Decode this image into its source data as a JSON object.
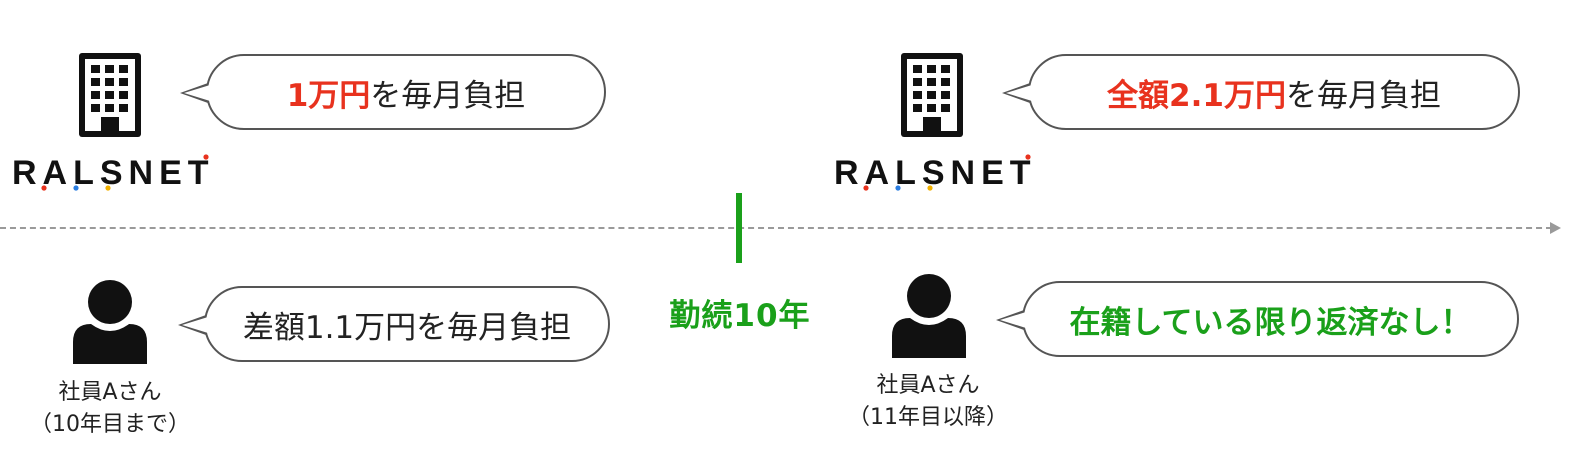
{
  "colors": {
    "highlight_red": "#e8321e",
    "highlight_green": "#1aa01a",
    "timeline": "#9a9a9a",
    "outline": "#555555",
    "icon": "#111111"
  },
  "logo_text": "RALSNET",
  "milestone": {
    "label": "勤続10年"
  },
  "before": {
    "company_bubble": {
      "highlight": "1万円",
      "rest": "を毎月負担"
    },
    "employee_bubble": {
      "text": "差額1.1万円を毎月負担"
    },
    "employee_caption": {
      "line1": "社員Aさん",
      "line2": "（10年目まで）"
    }
  },
  "after": {
    "company_bubble": {
      "highlight": "全額2.1万円",
      "rest": "を毎月負担"
    },
    "employee_bubble": {
      "highlight": "在籍している限り返済なし！"
    },
    "employee_caption": {
      "line1": "社員Aさん",
      "line2": "（11年目以降）"
    }
  },
  "icons": [
    "building-icon",
    "person-icon",
    "logo-dots"
  ]
}
